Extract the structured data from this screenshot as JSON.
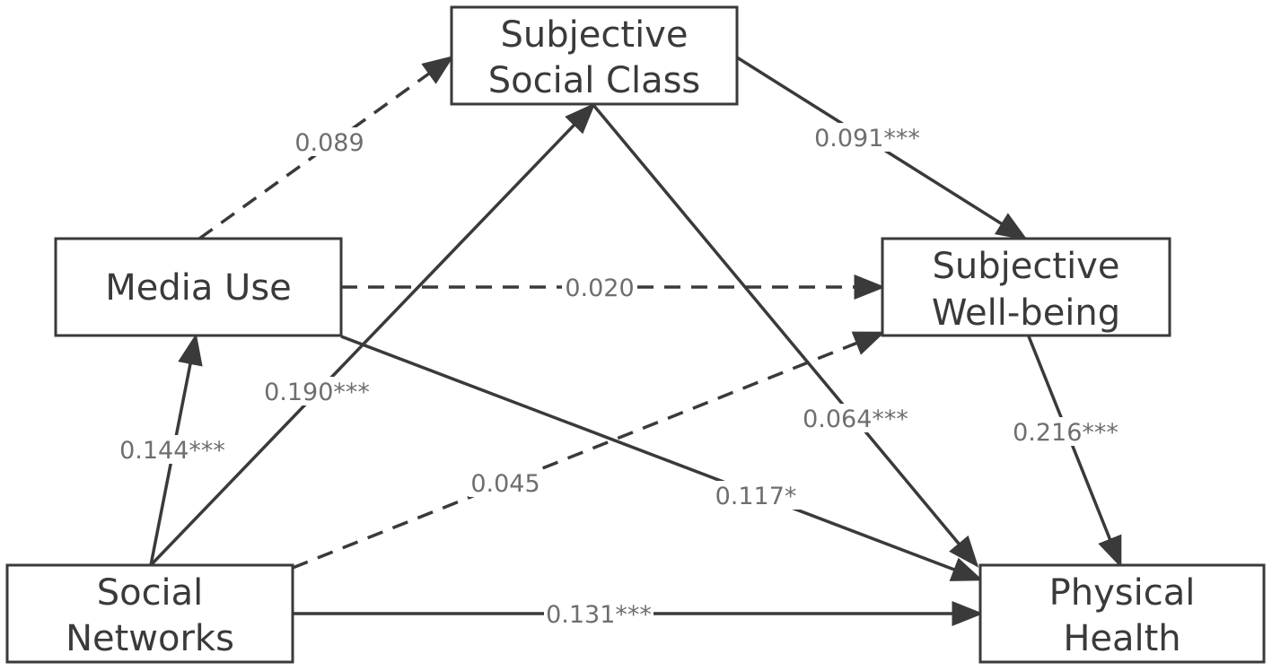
{
  "nodes": {
    "subjective_social_class": [
      "Subjective",
      "Social Class"
    ],
    "media_use": [
      "Media Use"
    ],
    "subjective_well_being": [
      "Subjective",
      "Well-being"
    ],
    "social_networks": [
      "Social",
      "Networks"
    ],
    "physical_health": [
      "Physical",
      "Health"
    ]
  },
  "edges": {
    "media_to_ssc": {
      "label": "0.089",
      "style": "dashed"
    },
    "ssc_to_swb": {
      "label": "0.091***",
      "style": "solid"
    },
    "media_to_swb": {
      "label": "0.020",
      "style": "dashed"
    },
    "sn_to_ssc": {
      "label": "0.190***",
      "style": "solid"
    },
    "ssc_to_ph": {
      "label": "0.064***",
      "style": "solid"
    },
    "swb_to_ph": {
      "label": "0.216***",
      "style": "solid"
    },
    "sn_to_media": {
      "label": "0.144***",
      "style": "solid"
    },
    "sn_to_swb": {
      "label": "0.045",
      "style": "dashed"
    },
    "media_to_ph": {
      "label": "0.117*",
      "style": "solid"
    },
    "sn_to_ph": {
      "label": "0.131***",
      "style": "solid"
    }
  }
}
